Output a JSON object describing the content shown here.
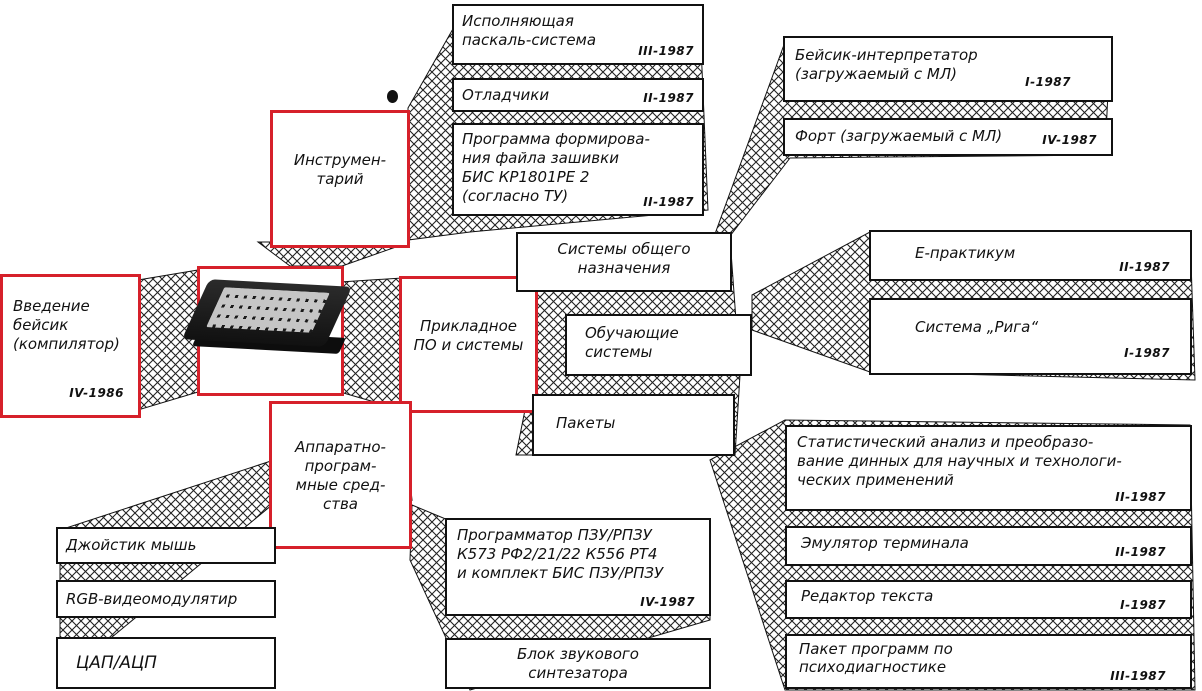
{
  "hubs": {
    "center": {
      "label": ""
    },
    "tools": {
      "label": "Инструмен-\nтарий"
    },
    "intro": {
      "label": "Введение\nбейсик\n(компилятор)",
      "date": "IV-1986"
    },
    "apps": {
      "label": "Прикладное\nПО и системы"
    },
    "hardware": {
      "label": "Аппаратно-\nпрограм-\nмные сред-\nства"
    }
  },
  "tools_items": [
    {
      "label": "Исполняющая\nпаскаль-система",
      "date": "III-1987"
    },
    {
      "label": "Отладчики",
      "date": "II-1987"
    },
    {
      "label": "Программа формирова-\nния файла зашивки\nБИС КР1801РЕ 2\n(согласно ТУ)",
      "date": "II-1987"
    }
  ],
  "apps_items": [
    {
      "label": "Системы общего\nназначения"
    },
    {
      "label": "Обучающие\nсистемы"
    },
    {
      "label": "Пакеты"
    }
  ],
  "general_items": [
    {
      "label": "Бейсик-интерпретатор\n(загружаемый с МЛ)",
      "date": "I-1987"
    },
    {
      "label": "Форт (загружаемый с МЛ)",
      "date": "IV-1987"
    }
  ],
  "learning_items": [
    {
      "label": "Е-практикум",
      "date": "II-1987"
    },
    {
      "label": "Система „Рига“",
      "date": "I-1987"
    }
  ],
  "package_items": [
    {
      "label": "Статистический анализ и преобразо-\nвание динных для научных и технологи-\nческих применений",
      "date": "II-1987"
    },
    {
      "label": "Эмулятор терминала",
      "date": "II-1987"
    },
    {
      "label": "Редактор текста",
      "date": "I-1987"
    },
    {
      "label": "Пакет программ по\nпсиходиагностике",
      "date": "III-1987"
    }
  ],
  "hardware_items": [
    {
      "label": "Джойстик мышь"
    },
    {
      "label": "RGB-видеомодулятир"
    },
    {
      "label": "ЦАП/АЦП"
    },
    {
      "label": "Программатор ПЗУ/РПЗУ\nК573 РФ2/21/22 К556 РТ4\nи комплект БИС ПЗУ/РПЗУ",
      "date": "IV-1987"
    },
    {
      "label": "Блок звукового\nсинтезатора"
    }
  ],
  "colors": {
    "hub_border": "#d6202a",
    "line": "#111111",
    "background": "#ffffff"
  }
}
